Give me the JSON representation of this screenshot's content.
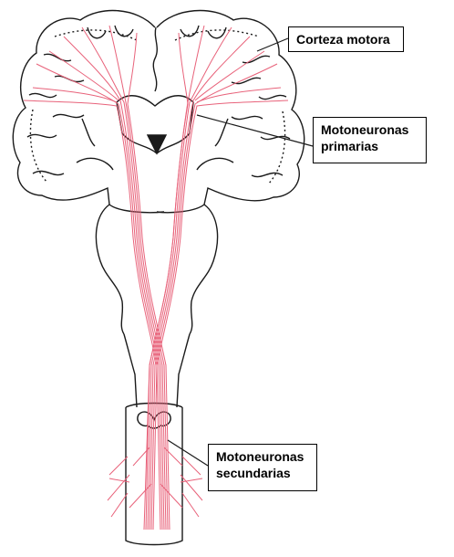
{
  "labels": {
    "corteza_motora": "Corteza motora",
    "motoneuronas_primarias": [
      "Motoneuronas",
      "primarias"
    ],
    "motoneuronas_secundarias": [
      "Motoneuronas",
      "secundarias"
    ]
  },
  "colors": {
    "tract": "#e8627a",
    "outline": "#1a1a1a",
    "background": "#ffffff"
  }
}
